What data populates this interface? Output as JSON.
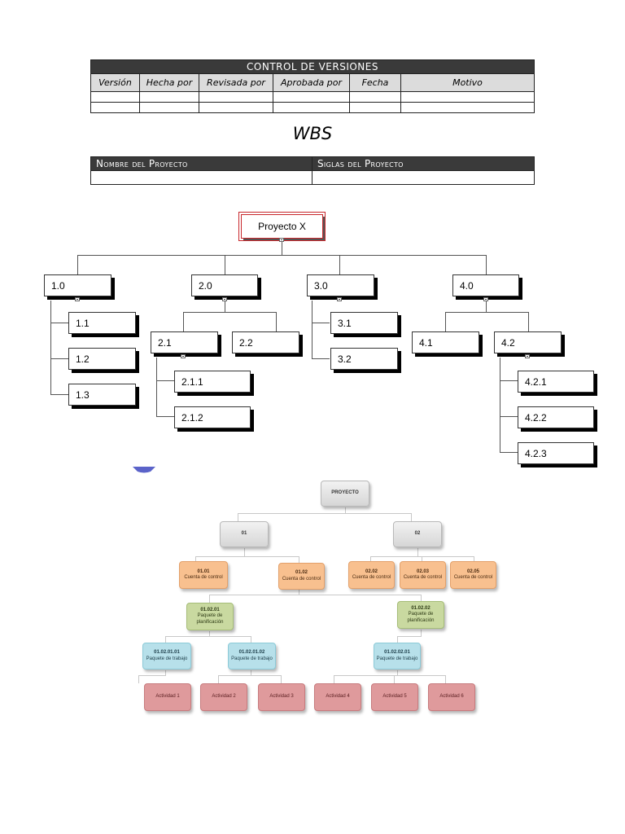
{
  "control_versiones": {
    "title": "CONTROL DE VERSIONES",
    "columns": [
      "Versión",
      "Hecha por",
      "Revisada por",
      "Aprobada por",
      "Fecha",
      "Motivo"
    ]
  },
  "wbs_title": "WBS",
  "proyecto_table": {
    "nombre_label": "Nombre del Proyecto",
    "siglas_label": "Siglas del Proyecto"
  },
  "wbs1": {
    "root": "Proyecto X",
    "n1": "1.0",
    "n11": "1.1",
    "n12": "1.2",
    "n13": "1.3",
    "n2": "2.0",
    "n21": "2.1",
    "n22": "2.2",
    "n211": "2.1.1",
    "n212": "2.1.2",
    "n3": "3.0",
    "n31": "3.1",
    "n32": "3.2",
    "n4": "4.0",
    "n41": "4.1",
    "n42": "4.2",
    "n421": "4.2.1",
    "n422": "4.2.2",
    "n423": "4.2.3"
  },
  "wbs2": {
    "root": "PROYECTO",
    "l01": "01",
    "l02": "02",
    "cuenta_label": "Cuenta de control",
    "c0101": "01.01",
    "c0102": "01.02",
    "c0202": "02.02",
    "c0203": "02.03",
    "c0205": "02.05",
    "paquete_plan_label": "Paquete de planificación",
    "p010201": "01.02.01",
    "p010202": "01.02.02",
    "paquete_trabajo_label": "Paquete de trabajo",
    "t01020101": "01.02.01.01",
    "t01020102": "01.02.01.02",
    "t01020201": "01.02.02.01",
    "actividades": [
      "Actividad 1",
      "Actividad 2",
      "Actividad 3",
      "Actividad 4",
      "Actividad 5",
      "Actividad 6"
    ]
  }
}
